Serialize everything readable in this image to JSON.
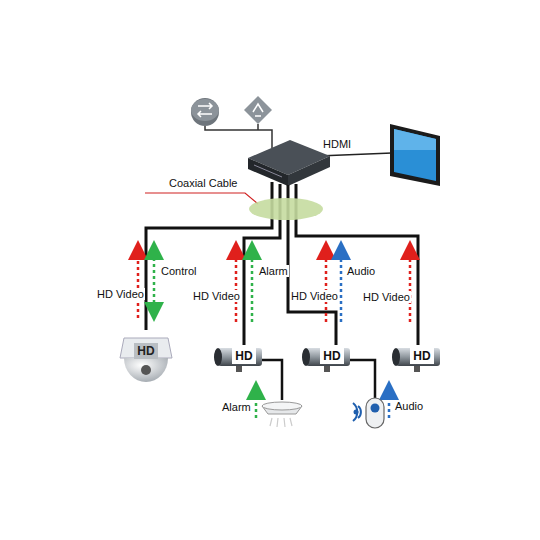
{
  "diagram": {
    "nodes": [
      {
        "text": [
          "HD"
        ]
      },
      {
        "text": [
          "HD"
        ]
      },
      {
        "text": [
          "HD"
        ]
      },
      {
        "text": [
          "HD"
        ]
      }
    ],
    "labels": [
      "HDMI",
      "Coaxial Cable",
      "Control",
      "Alarm",
      "Audio",
      "HD Video",
      "HD Video",
      "HD Video",
      "HD Video",
      "Alarm",
      "Audio"
    ]
  }
}
